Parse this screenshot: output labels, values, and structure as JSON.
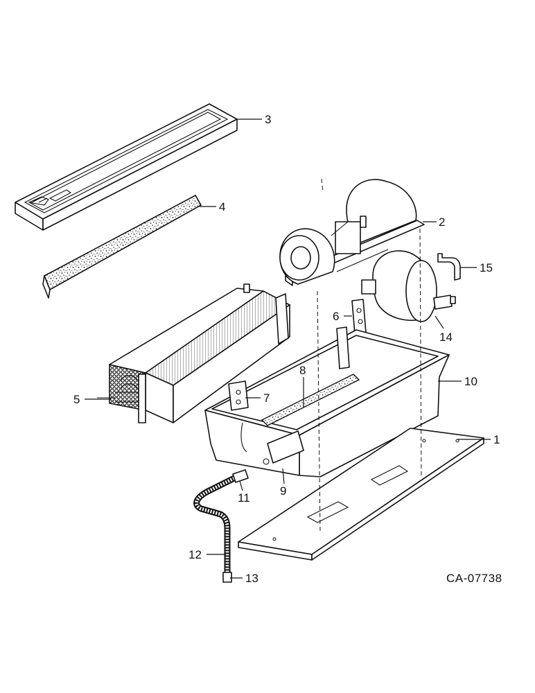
{
  "diagram": {
    "code": "CA-07738",
    "callouts": [
      "1",
      "2",
      "3",
      "4",
      "5",
      "6",
      "7",
      "8",
      "9",
      "10",
      "11",
      "12",
      "13",
      "14",
      "15"
    ]
  }
}
